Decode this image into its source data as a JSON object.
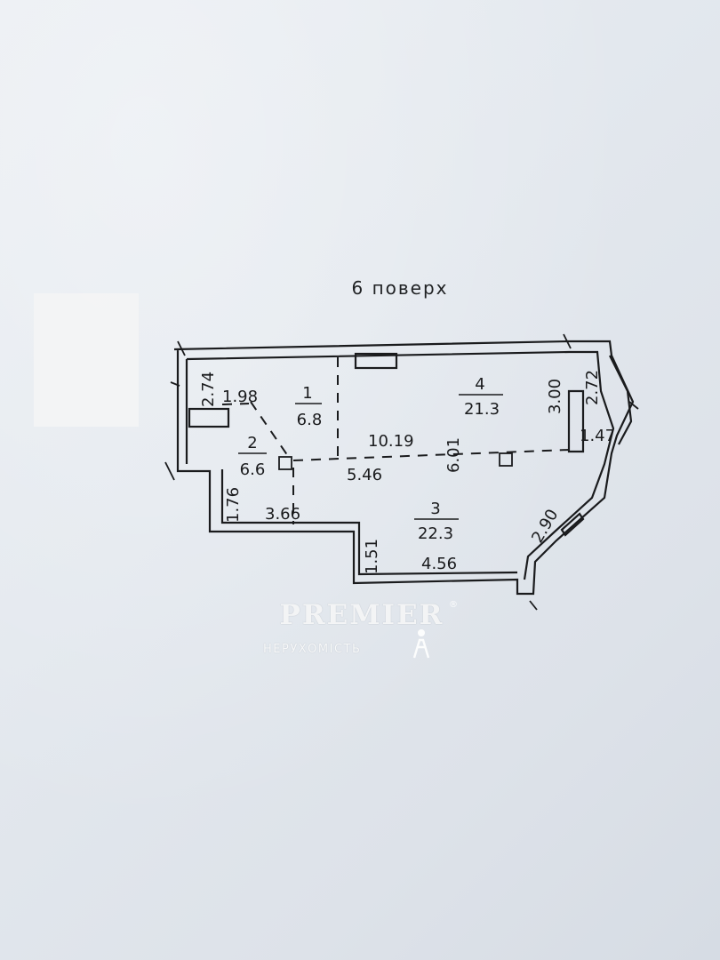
{
  "floor_title": "6 поверх",
  "rooms": [
    {
      "number": "1",
      "area": "6.8"
    },
    {
      "number": "2",
      "area": "6.6"
    },
    {
      "number": "3",
      "area": "22.3"
    },
    {
      "number": "4",
      "area": "21.3"
    }
  ],
  "dimensions": {
    "d_2_74": "2.74",
    "d_1_98": "1.98",
    "d_10_19": "10.19",
    "d_5_46": "5.46",
    "d_6_01": "6.01",
    "d_3_00": "3.00",
    "d_2_72": "2.72",
    "d_1_47": "1.47",
    "d_1_76": "1.76",
    "d_3_66": "3.66",
    "d_1_51": "1.51",
    "d_4_56": "4.56",
    "d_2_90": "2.90"
  },
  "watermark": {
    "brand": "PREMIER",
    "subtitle": "НЕРУХОМІСТЬ",
    "registered": "®"
  },
  "colors": {
    "paper": "#e3e8ee",
    "ink": "#1a1b1d",
    "watermark": "#ffffff"
  }
}
